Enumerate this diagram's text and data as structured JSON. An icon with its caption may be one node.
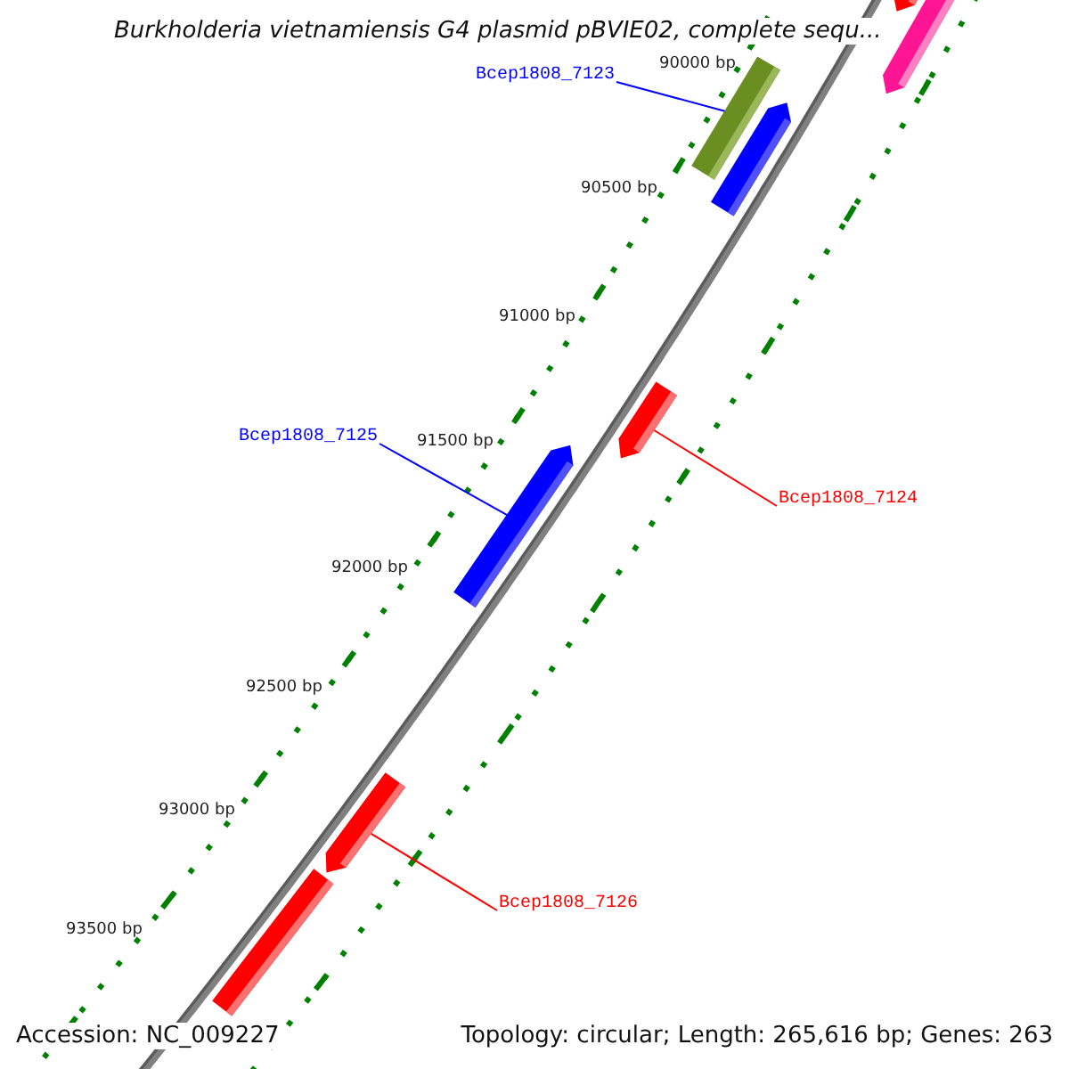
{
  "diagram": {
    "title": "Burkholderia vietnamiensis G4 plasmid pBVIE02, complete sequ...",
    "nodes": [
      {
        "text": [],
        "shape": "bar"
      },
      {
        "text": [],
        "shape": "bar"
      },
      {
        "text": [
          "Bcep1808_7123"
        ]
      },
      {
        "text": [],
        "shape": "bar"
      },
      {
        "text": [],
        "shape": "bar"
      },
      {
        "text": [],
        "shape": "bar"
      },
      {
        "text": [
          "Bcep1808_7125"
        ]
      },
      {
        "text": [],
        "shape": "bar"
      },
      {
        "text": [
          "Bcep1808_7124"
        ]
      },
      {
        "text": [],
        "shape": "bar"
      },
      {
        "text": [],
        "shape": "bar"
      },
      {
        "text": [
          "Bcep1808_7126"
        ]
      }
    ],
    "edges": [
      {
        "from": 2,
        "to": 3,
        "arrow": "none",
        "color": "#0000ff"
      },
      {
        "from": 6,
        "to": 7,
        "arrow": "none",
        "color": "#0000ff"
      },
      {
        "from": 8,
        "to": 5,
        "arrow": "none",
        "color": "#ff0000"
      },
      {
        "from": 11,
        "to": 9,
        "arrow": "none",
        "color": "#ff0000"
      }
    ],
    "labels": [
      "90000 bp",
      "90500 bp",
      "91000 bp",
      "91500 bp",
      "92000 bp",
      "92500 bp",
      "93000 bp",
      "93500 bp",
      "Accession: NC_009227",
      "Topology: circular; Length: 265,616 bp; Genes: 263"
    ]
  }
}
